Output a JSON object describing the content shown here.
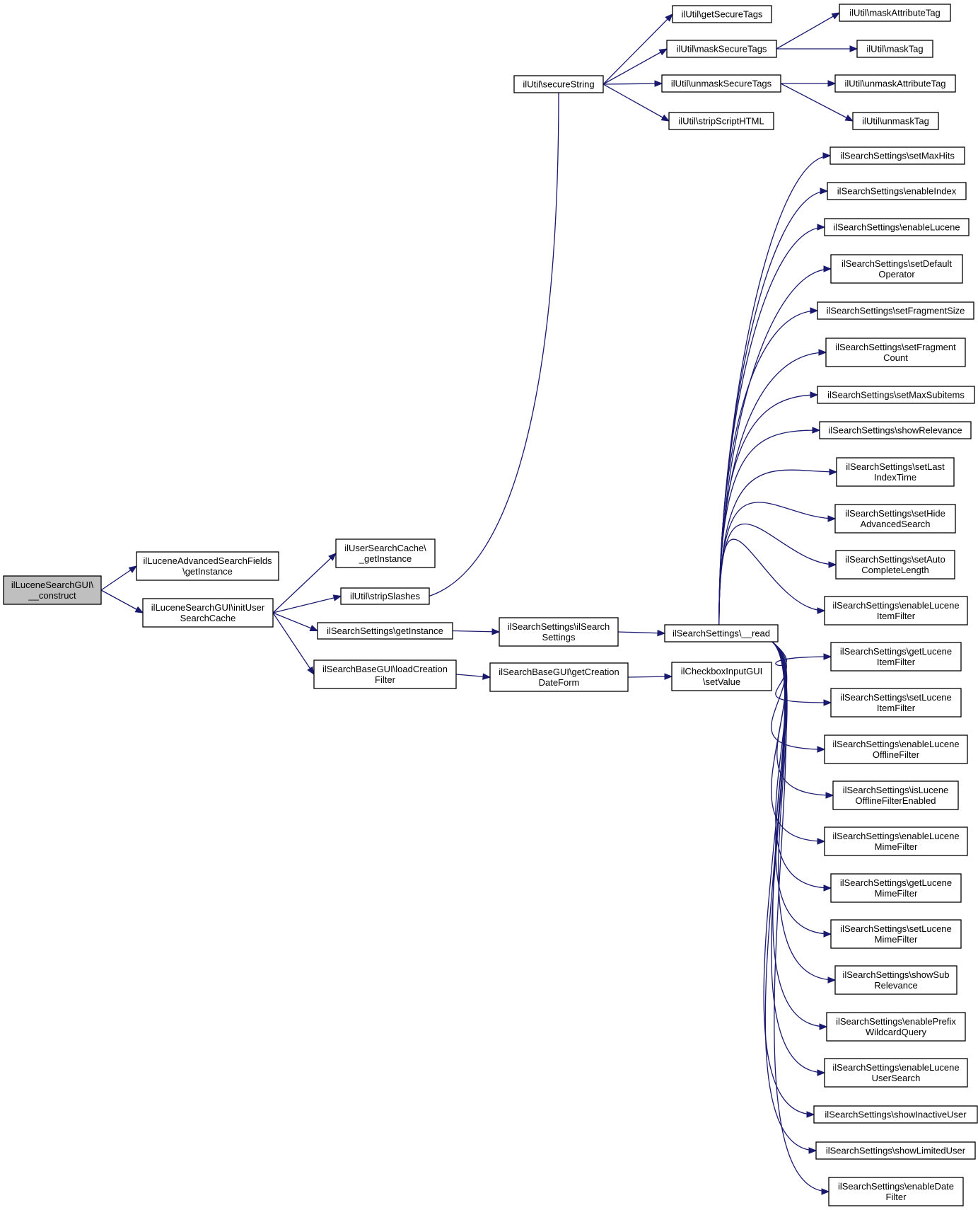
{
  "diagram": {
    "nodes": [
      {
        "id": "root",
        "lines": [
          "ilLuceneSearchGUI\\",
          "__construct"
        ],
        "root": true
      },
      {
        "id": "advFields",
        "lines": [
          "ilLuceneAdvancedSearchFields",
          "\\getInstance"
        ]
      },
      {
        "id": "initCache",
        "lines": [
          "ilLuceneSearchGUI\\initUser",
          "SearchCache"
        ]
      },
      {
        "id": "userCache",
        "lines": [
          "ilUserSearchCache\\",
          "_getInstance"
        ]
      },
      {
        "id": "stripSlashes",
        "lines": [
          "ilUtil\\stripSlashes"
        ]
      },
      {
        "id": "getInstance",
        "lines": [
          "ilSearchSettings\\getInstance"
        ]
      },
      {
        "id": "loadFilter",
        "lines": [
          "ilSearchBaseGUI\\loadCreation",
          "Filter"
        ]
      },
      {
        "id": "secureString",
        "lines": [
          "ilUtil\\secureString"
        ]
      },
      {
        "id": "ctor",
        "lines": [
          "ilSearchSettings\\ilSearch",
          "Settings"
        ]
      },
      {
        "id": "dateForm",
        "lines": [
          "ilSearchBaseGUI\\getCreation",
          "DateForm"
        ]
      },
      {
        "id": "getSecureTags",
        "lines": [
          "ilUtil\\getSecureTags"
        ]
      },
      {
        "id": "maskSecureTags",
        "lines": [
          "ilUtil\\maskSecureTags"
        ]
      },
      {
        "id": "unmaskSecureTags",
        "lines": [
          "ilUtil\\unmaskSecureTags"
        ]
      },
      {
        "id": "stripScript",
        "lines": [
          "ilUtil\\stripScriptHTML"
        ]
      },
      {
        "id": "read",
        "lines": [
          "ilSearchSettings\\__read"
        ]
      },
      {
        "id": "setValue",
        "lines": [
          "ilCheckboxInputGUI",
          "\\setValue"
        ]
      },
      {
        "id": "maskAttr",
        "lines": [
          "ilUtil\\maskAttributeTag"
        ]
      },
      {
        "id": "maskTag",
        "lines": [
          "ilUtil\\maskTag"
        ]
      },
      {
        "id": "unmaskAttr",
        "lines": [
          "ilUtil\\unmaskAttributeTag"
        ]
      },
      {
        "id": "unmaskTag",
        "lines": [
          "ilUtil\\unmaskTag"
        ]
      },
      {
        "id": "r0",
        "lines": [
          "ilSearchSettings\\setMaxHits"
        ]
      },
      {
        "id": "r1",
        "lines": [
          "ilSearchSettings\\enableIndex"
        ]
      },
      {
        "id": "r2",
        "lines": [
          "ilSearchSettings\\enableLucene"
        ]
      },
      {
        "id": "r3",
        "lines": [
          "ilSearchSettings\\setDefault",
          "Operator"
        ]
      },
      {
        "id": "r4",
        "lines": [
          "ilSearchSettings\\setFragmentSize"
        ]
      },
      {
        "id": "r5",
        "lines": [
          "ilSearchSettings\\setFragment",
          "Count"
        ]
      },
      {
        "id": "r6",
        "lines": [
          "ilSearchSettings\\setMaxSubitems"
        ]
      },
      {
        "id": "r7",
        "lines": [
          "ilSearchSettings\\showRelevance"
        ]
      },
      {
        "id": "r8",
        "lines": [
          "ilSearchSettings\\setLast",
          "IndexTime"
        ]
      },
      {
        "id": "r9",
        "lines": [
          "ilSearchSettings\\setHide",
          "AdvancedSearch"
        ]
      },
      {
        "id": "r10",
        "lines": [
          "ilSearchSettings\\setAuto",
          "CompleteLength"
        ]
      },
      {
        "id": "r11",
        "lines": [
          "ilSearchSettings\\enableLucene",
          "ItemFilter"
        ]
      },
      {
        "id": "r12",
        "lines": [
          "ilSearchSettings\\getLucene",
          "ItemFilter"
        ]
      },
      {
        "id": "r13",
        "lines": [
          "ilSearchSettings\\setLucene",
          "ItemFilter"
        ]
      },
      {
        "id": "r14",
        "lines": [
          "ilSearchSettings\\enableLucene",
          "OfflineFilter"
        ]
      },
      {
        "id": "r15",
        "lines": [
          "ilSearchSettings\\isLucene",
          "OfflineFilterEnabled"
        ]
      },
      {
        "id": "r16",
        "lines": [
          "ilSearchSettings\\enableLucene",
          "MimeFilter"
        ]
      },
      {
        "id": "r17",
        "lines": [
          "ilSearchSettings\\getLucene",
          "MimeFilter"
        ]
      },
      {
        "id": "r18",
        "lines": [
          "ilSearchSettings\\setLucene",
          "MimeFilter"
        ]
      },
      {
        "id": "r19",
        "lines": [
          "ilSearchSettings\\showSub",
          "Relevance"
        ]
      },
      {
        "id": "r20",
        "lines": [
          "ilSearchSettings\\enablePrefix",
          "WildcardQuery"
        ]
      },
      {
        "id": "r21",
        "lines": [
          "ilSearchSettings\\enableLucene",
          "UserSearch"
        ]
      },
      {
        "id": "r22",
        "lines": [
          "ilSearchSettings\\showInactiveUser"
        ]
      },
      {
        "id": "r23",
        "lines": [
          "ilSearchSettings\\showLimitedUser"
        ]
      },
      {
        "id": "r24",
        "lines": [
          "ilSearchSettings\\enableDate",
          "Filter"
        ]
      }
    ],
    "edges": [
      [
        "root",
        "advFields"
      ],
      [
        "root",
        "initCache"
      ],
      [
        "initCache",
        "userCache"
      ],
      [
        "initCache",
        "stripSlashes"
      ],
      [
        "initCache",
        "getInstance"
      ],
      [
        "initCache",
        "loadFilter"
      ],
      [
        "stripSlashes",
        "secureString"
      ],
      [
        "getInstance",
        "ctor"
      ],
      [
        "ctor",
        "read"
      ],
      [
        "loadFilter",
        "dateForm"
      ],
      [
        "dateForm",
        "setValue"
      ],
      [
        "secureString",
        "getSecureTags"
      ],
      [
        "secureString",
        "maskSecureTags"
      ],
      [
        "secureString",
        "unmaskSecureTags"
      ],
      [
        "secureString",
        "stripScript"
      ],
      [
        "maskSecureTags",
        "maskAttr"
      ],
      [
        "maskSecureTags",
        "maskTag"
      ],
      [
        "unmaskSecureTags",
        "unmaskAttr"
      ],
      [
        "unmaskSecureTags",
        "unmaskTag"
      ],
      [
        "read",
        "r0"
      ],
      [
        "read",
        "r1"
      ],
      [
        "read",
        "r2"
      ],
      [
        "read",
        "r3"
      ],
      [
        "read",
        "r4"
      ],
      [
        "read",
        "r5"
      ],
      [
        "read",
        "r6"
      ],
      [
        "read",
        "r7"
      ],
      [
        "read",
        "r8"
      ],
      [
        "read",
        "r9"
      ],
      [
        "read",
        "r10"
      ],
      [
        "read",
        "r11"
      ],
      [
        "read",
        "r12"
      ],
      [
        "read",
        "r13"
      ],
      [
        "read",
        "r14"
      ],
      [
        "read",
        "r15"
      ],
      [
        "read",
        "r16"
      ],
      [
        "read",
        "r17"
      ],
      [
        "read",
        "r18"
      ],
      [
        "read",
        "r19"
      ],
      [
        "read",
        "r20"
      ],
      [
        "read",
        "r21"
      ],
      [
        "read",
        "r22"
      ],
      [
        "read",
        "r23"
      ],
      [
        "read",
        "r24"
      ]
    ]
  }
}
